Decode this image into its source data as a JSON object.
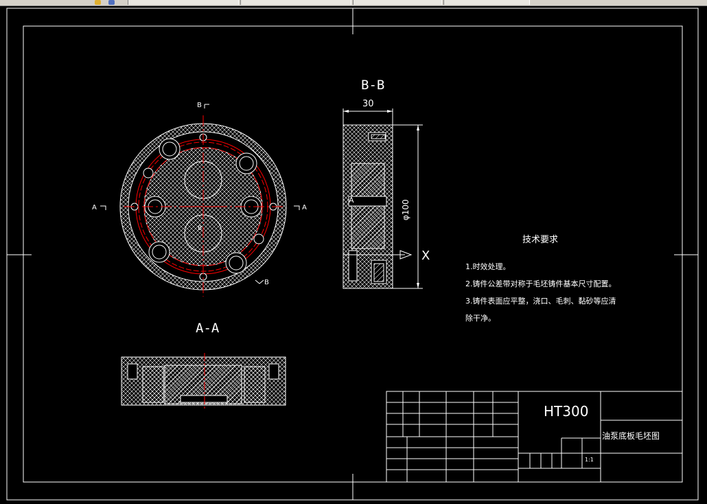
{
  "toolbar": {
    "buttons": [
      "open-icon",
      "save-icon"
    ]
  },
  "drawing": {
    "colors": {
      "background": "#000000",
      "lines": "#ffffff",
      "centerlines": "#ff0000"
    },
    "views": {
      "top_view_section_label_top": "B",
      "top_view_section_label_left": "A",
      "top_view_section_label_right": "A",
      "top_view_section_label_bottom": "B",
      "top_view_hole_marker": "B",
      "bb_title": "B-B",
      "bb_width_dim": "30",
      "bb_diameter_dim": "φ100",
      "bb_marker_letter": "A",
      "bb_roughness_symbol": "X",
      "aa_title": "A-A"
    },
    "tech_requirements": {
      "title": "技术要求",
      "items": [
        "1.时效处理。",
        "2.铸件公差带对称于毛坯铸件基本尺寸配置。",
        "3.铸件表面应平整，浇口、毛刺、黏砂等应清",
        "除干净。"
      ]
    },
    "title_block": {
      "material": "HT300",
      "part_name": "油泵底板毛坯图",
      "small_value": "1:1"
    }
  }
}
